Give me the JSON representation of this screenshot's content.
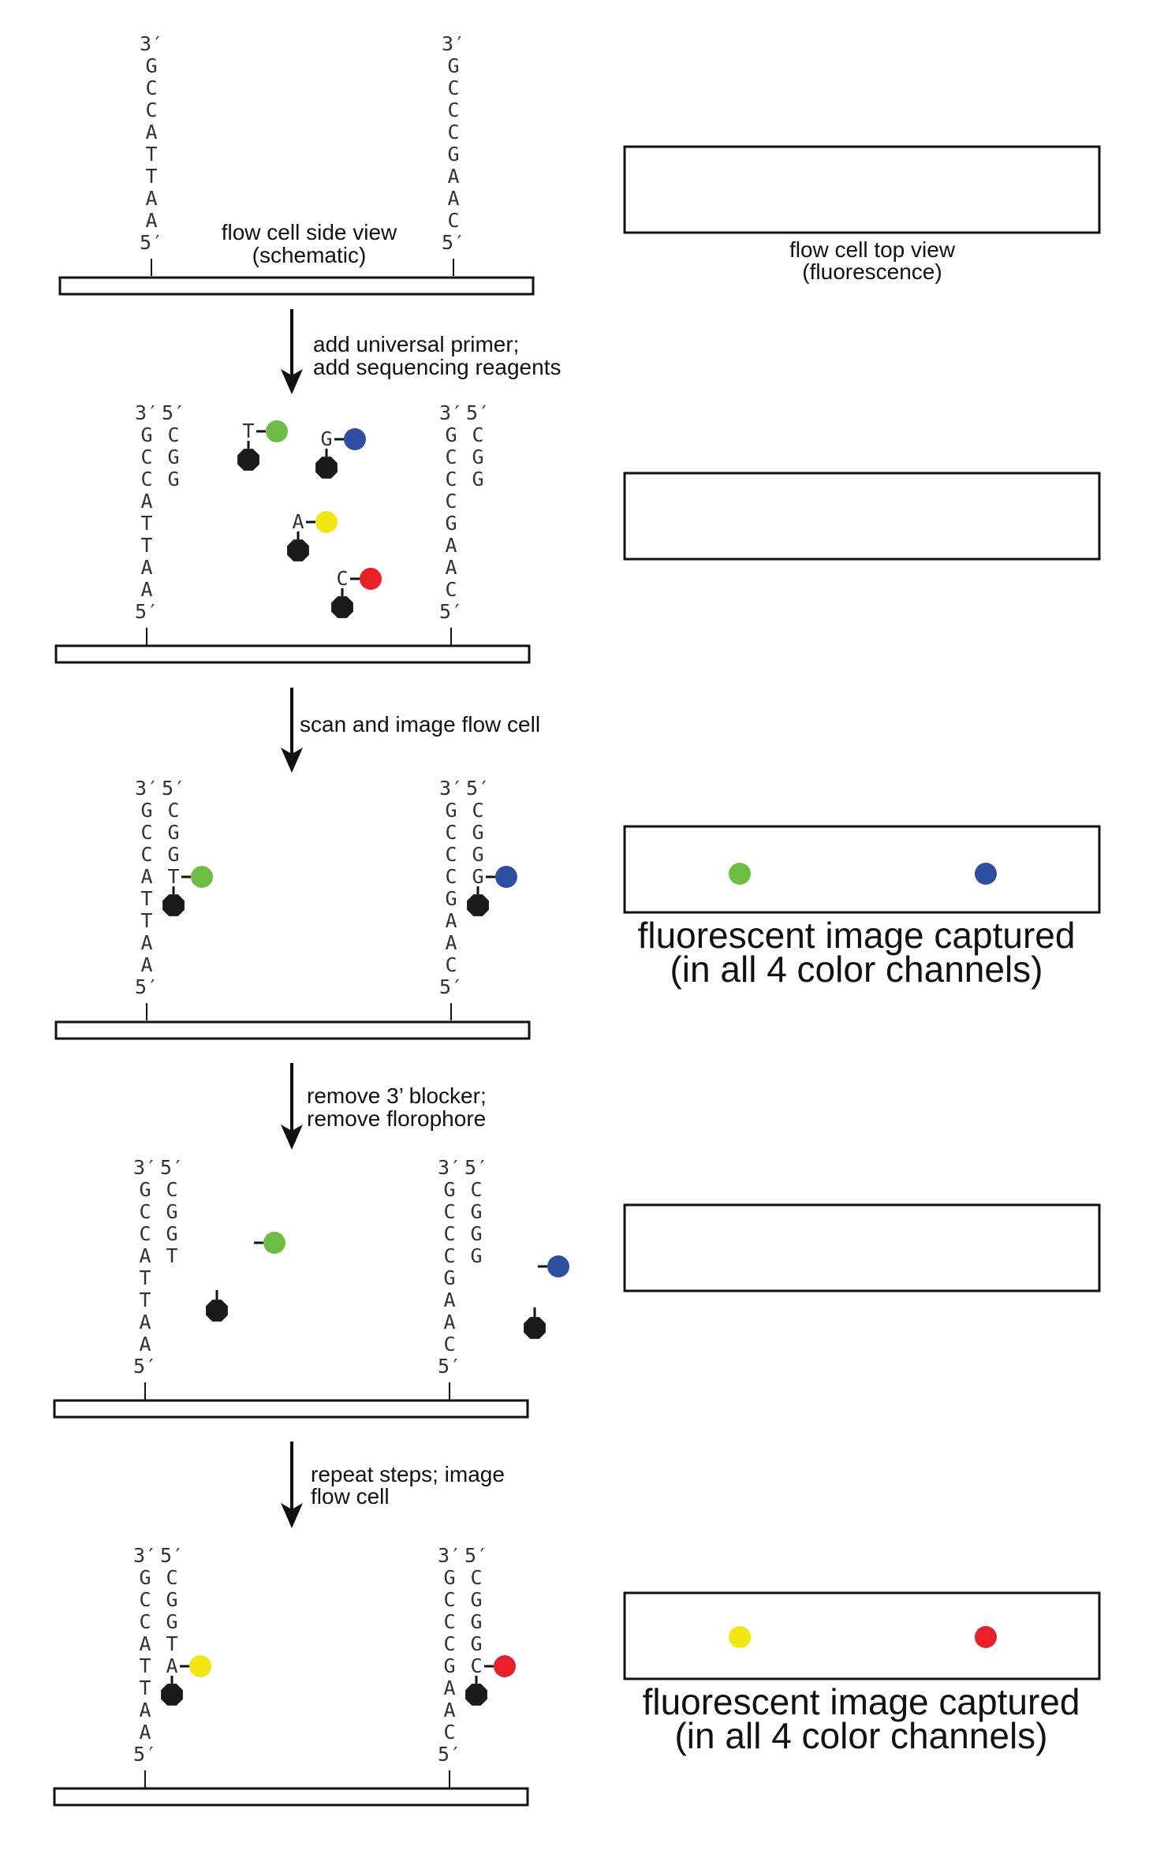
{
  "colors": {
    "T": "#6dbd45",
    "G": "#2e4ea2",
    "A": "#f2e512",
    "C": "#e8202a",
    "blocker": "#1a1a1a",
    "line": "#111111"
  },
  "side_view": {
    "label_line1": "flow cell side view",
    "label_line2": "(schematic)"
  },
  "top_view": {
    "label_line1": "flow cell top view",
    "label_line2": "(fluorescence)"
  },
  "template_left": [
    "3′",
    "G",
    "C",
    "C",
    "A",
    "T",
    "T",
    "A",
    "A",
    "5′"
  ],
  "template_right": [
    "3′",
    "G",
    "C",
    "C",
    "C",
    "G",
    "A",
    "A",
    "C",
    "5′"
  ],
  "primer_top_label": "5′",
  "primer_left": [
    "C",
    "G",
    "G"
  ],
  "primer_right": [
    "C",
    "G",
    "G"
  ],
  "steps": [
    {
      "line1": "add universal primer;",
      "line2": "add sequencing reagents"
    },
    {
      "line1": "scan and image flow cell",
      "line2": ""
    },
    {
      "line1": "remove 3’ blocker;",
      "line2": "remove florophore"
    },
    {
      "line1": "repeat steps; image",
      "line2": "flow cell"
    }
  ],
  "free_nucleotides": [
    "T",
    "G",
    "A",
    "C"
  ],
  "cycle1": {
    "left_added": "T",
    "right_added": "G",
    "caption_line1": "fluorescent image captured",
    "caption_line2": "(in all 4 color channels)",
    "spots": [
      "T",
      "G"
    ]
  },
  "cycle1_cleaved": {
    "left_added": "T",
    "right_added": "G"
  },
  "cycle2": {
    "left_added": [
      "T",
      "A"
    ],
    "right_added": [
      "G",
      "C"
    ],
    "caption_line1": "fluorescent image captured",
    "caption_line2": "(in all 4 color channels)",
    "spots": [
      "A",
      "C"
    ]
  }
}
